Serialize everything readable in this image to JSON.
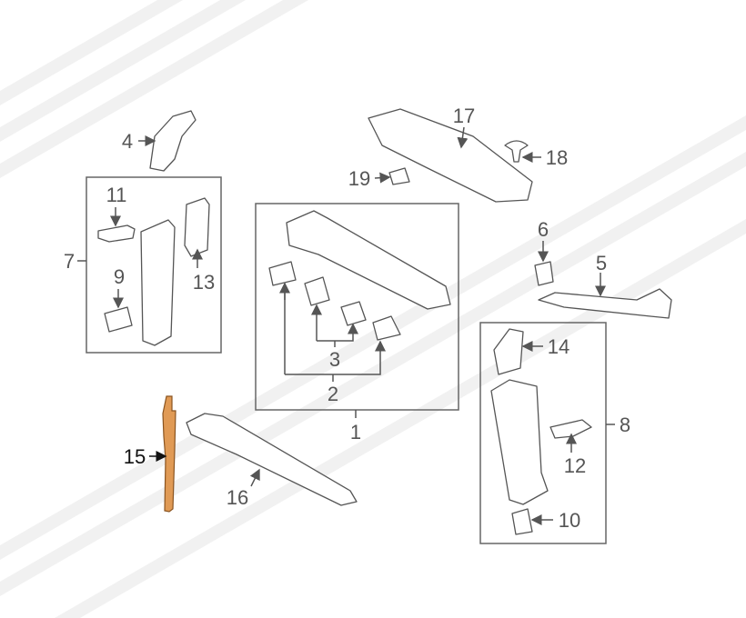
{
  "diagram": {
    "highlight_color": "#e09a55",
    "callouts": {
      "c1": "1",
      "c2": "2",
      "c3": "3",
      "c4": "4",
      "c5": "5",
      "c6": "6",
      "c7": "7",
      "c8": "8",
      "c9": "9",
      "c10": "10",
      "c11": "11",
      "c12": "12",
      "c13": "13",
      "c14": "14",
      "c15": "15",
      "c16": "16",
      "c17": "17",
      "c18": "18",
      "c19": "19"
    },
    "highlighted_part": "15"
  }
}
